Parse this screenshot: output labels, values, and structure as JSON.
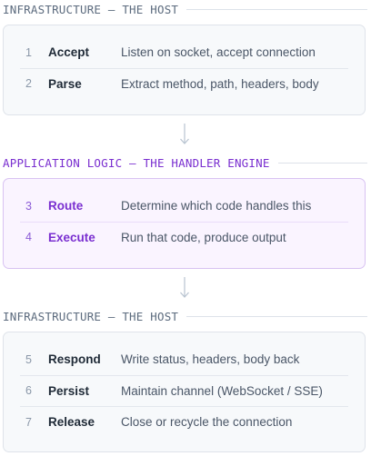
{
  "sections": [
    {
      "title": "INFRASTRUCTURE — THE HOST",
      "steps": [
        {
          "num": "1",
          "name": "Accept",
          "desc": "Listen on socket, accept connection"
        },
        {
          "num": "2",
          "name": "Parse",
          "desc": "Extract method, path, headers, body"
        }
      ]
    },
    {
      "title": "APPLICATION LOGIC — THE HANDLER ENGINE",
      "steps": [
        {
          "num": "3",
          "name": "Route",
          "desc": "Determine which code handles this"
        },
        {
          "num": "4",
          "name": "Execute",
          "desc": "Run that code, produce output"
        }
      ]
    },
    {
      "title": "INFRASTRUCTURE — THE HOST",
      "steps": [
        {
          "num": "5",
          "name": "Respond",
          "desc": "Write status, headers, body back"
        },
        {
          "num": "6",
          "name": "Persist",
          "desc": "Maintain channel (WebSocket / SSE)"
        },
        {
          "num": "7",
          "name": "Release",
          "desc": "Close or recycle the connection"
        }
      ]
    }
  ],
  "colors": {
    "infra_title": "#5c6b7e",
    "app_title": "#7a2fd0",
    "infra_card_bg": "#f7f9fb",
    "app_card_bg": "#faf4ff",
    "arrow": "#b8c3d0"
  },
  "icons": {
    "connector": "down-arrow-icon"
  }
}
